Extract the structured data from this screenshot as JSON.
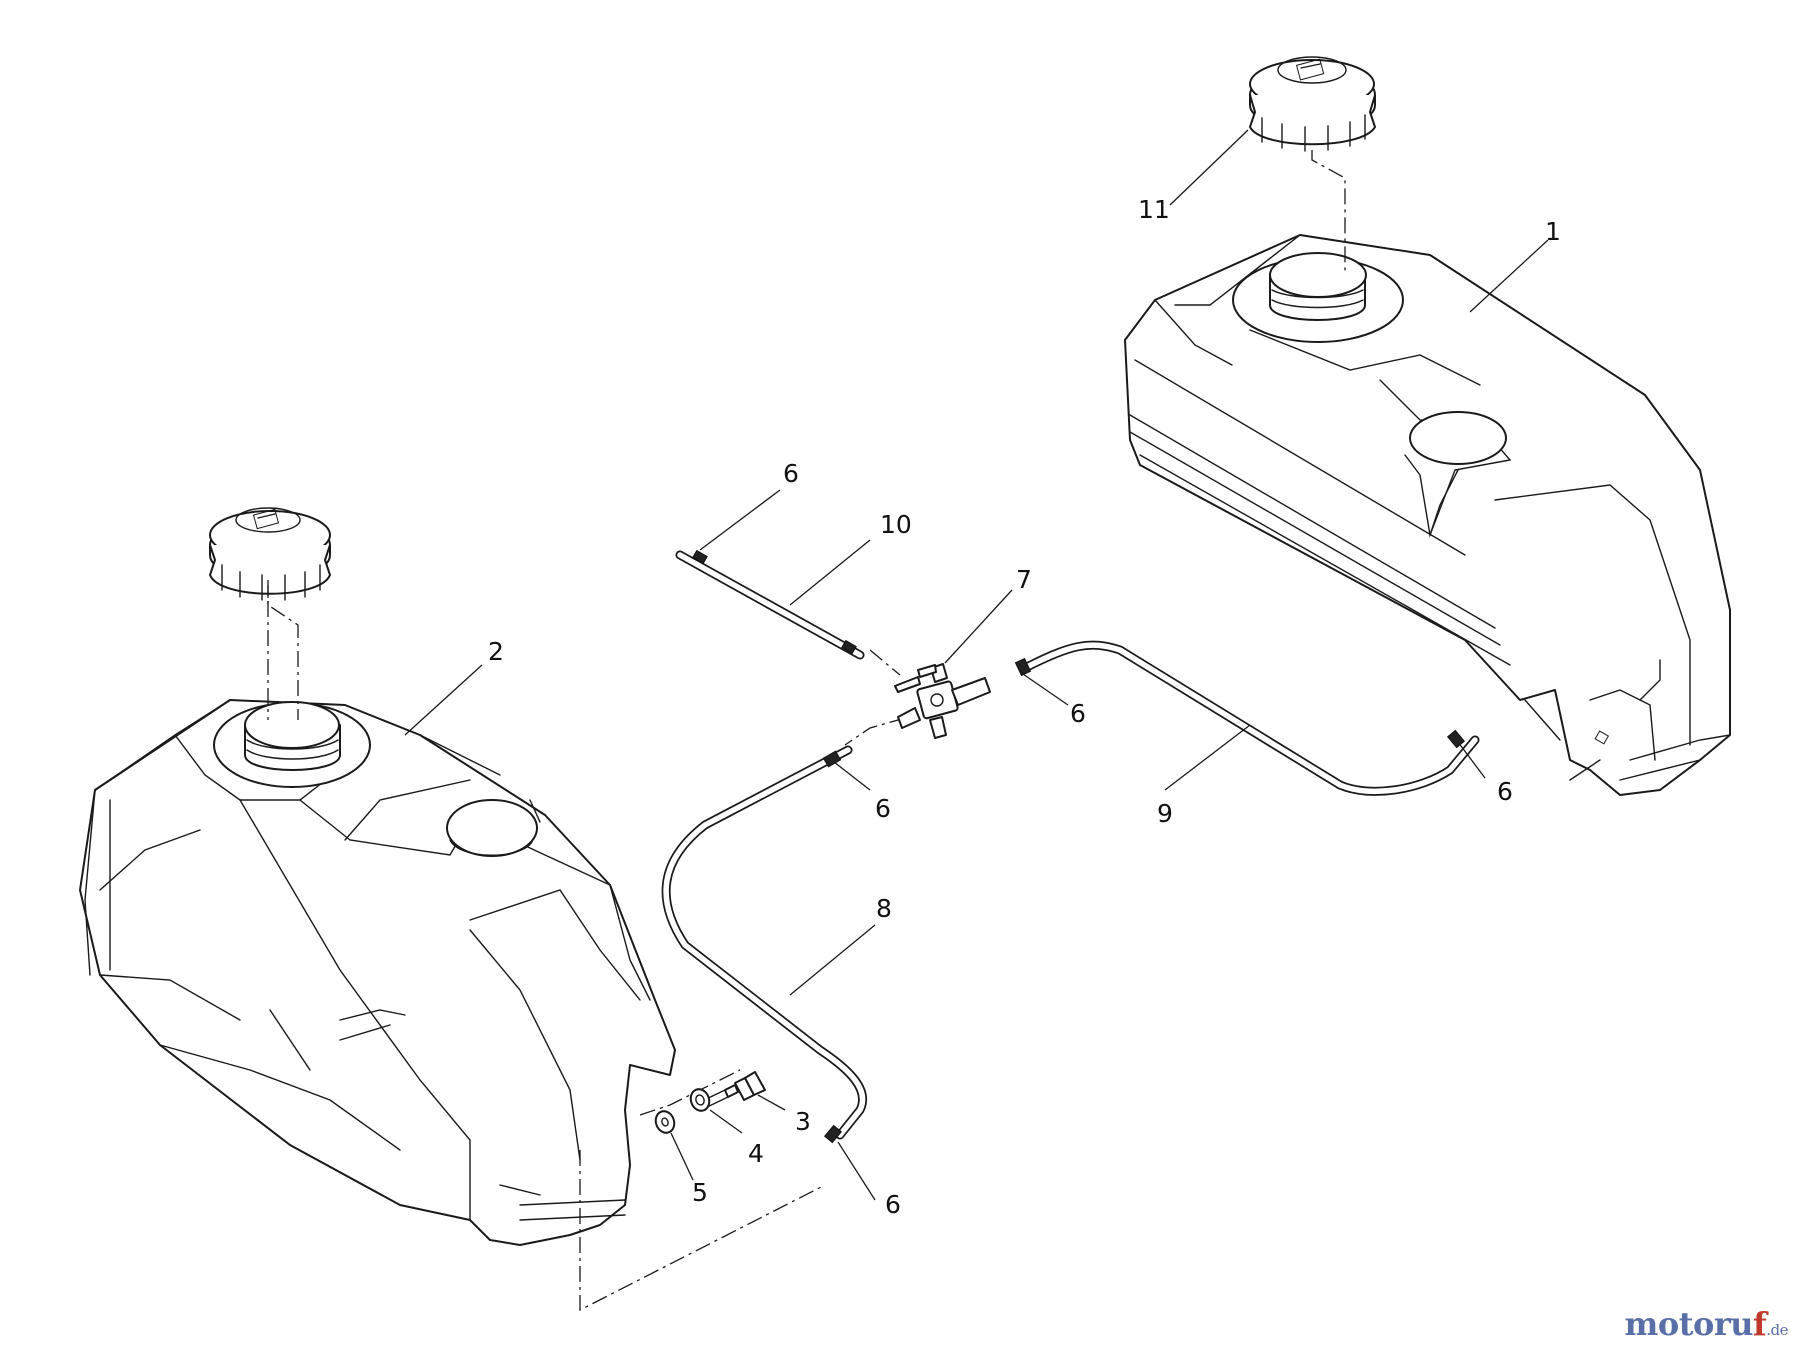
{
  "diagram": {
    "callouts": {
      "tank_right": "1",
      "tank_left": "2",
      "bolt": "3",
      "lock_washer": "4",
      "washer": "5",
      "clamp_a": "6",
      "clamp_b": "6",
      "clamp_c": "6",
      "clamp_d": "6",
      "clamp_e": "6",
      "valve": "7",
      "hose_left": "8",
      "hose_right": "9",
      "hose_vertical": "10",
      "cap_right": "11"
    }
  },
  "watermark": {
    "part1": "motoru",
    "part2": "f",
    "part3": ".de"
  }
}
